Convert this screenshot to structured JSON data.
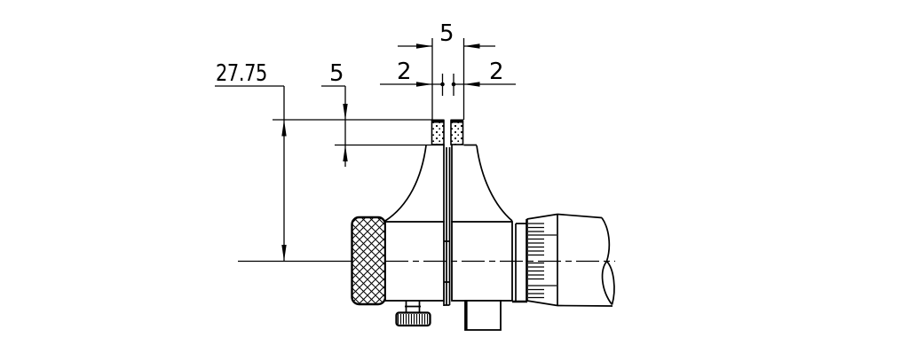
{
  "page": {
    "background": "#ffffff",
    "stroke_color": "#000000"
  },
  "drawing": {
    "subject": "micrometer head with two measuring jaws, dimensioned",
    "labels": {
      "center_height": "27.75",
      "tip_length": "5",
      "jaw_span": "5",
      "left_tip_width": "2",
      "right_tip_width": "2"
    }
  }
}
